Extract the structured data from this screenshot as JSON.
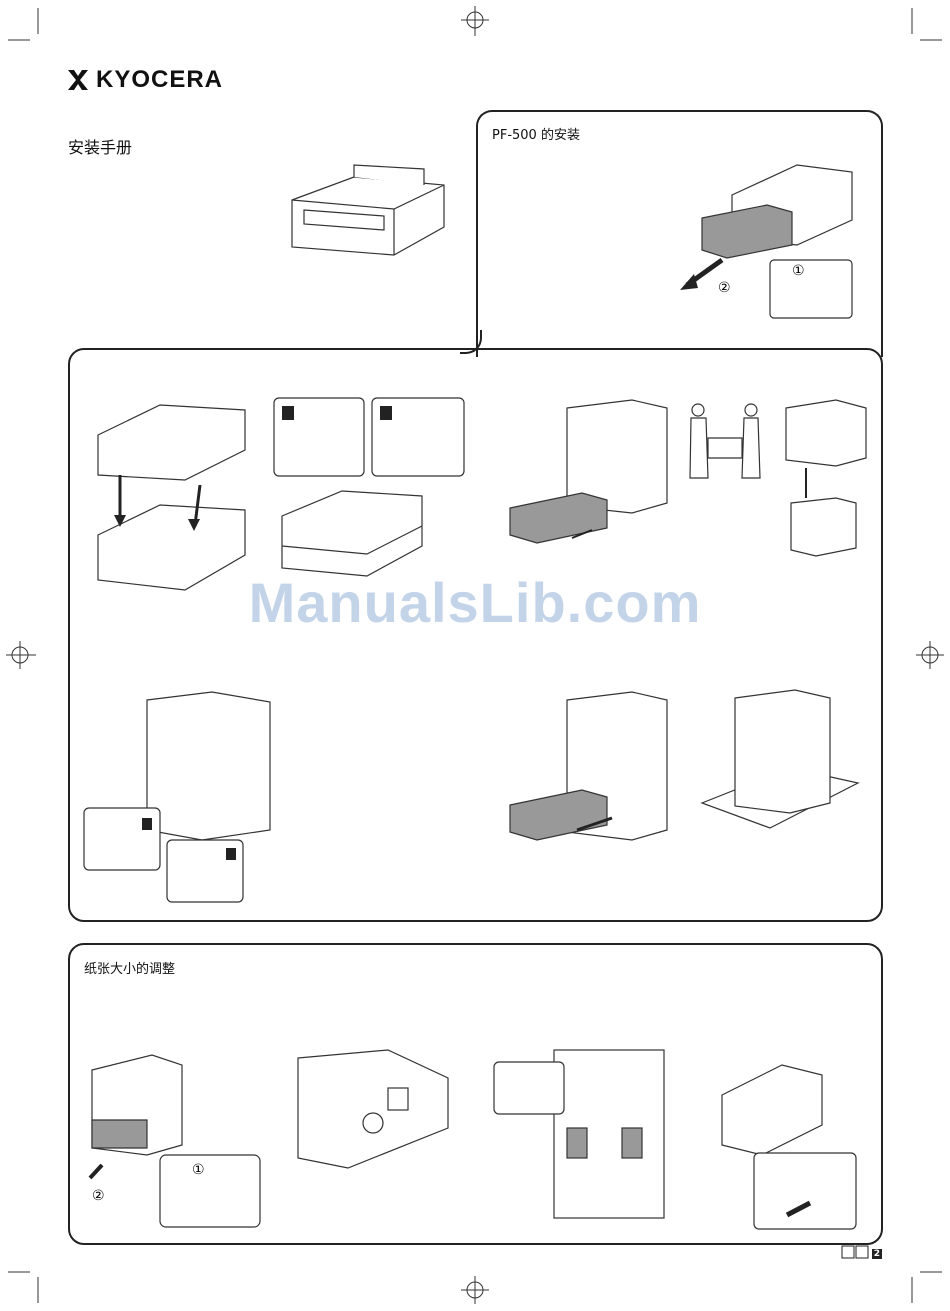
{
  "brand": {
    "name": "KYOCERA"
  },
  "manual": {
    "title": "安装手册"
  },
  "sections": {
    "install": {
      "heading": "PF-500 的安装"
    },
    "paper_size": {
      "heading": "纸张大小的调整"
    }
  },
  "callouts": {
    "one": "①",
    "two": "②"
  },
  "watermark": {
    "text": "ManualsLib.com"
  },
  "page_number": "2"
}
